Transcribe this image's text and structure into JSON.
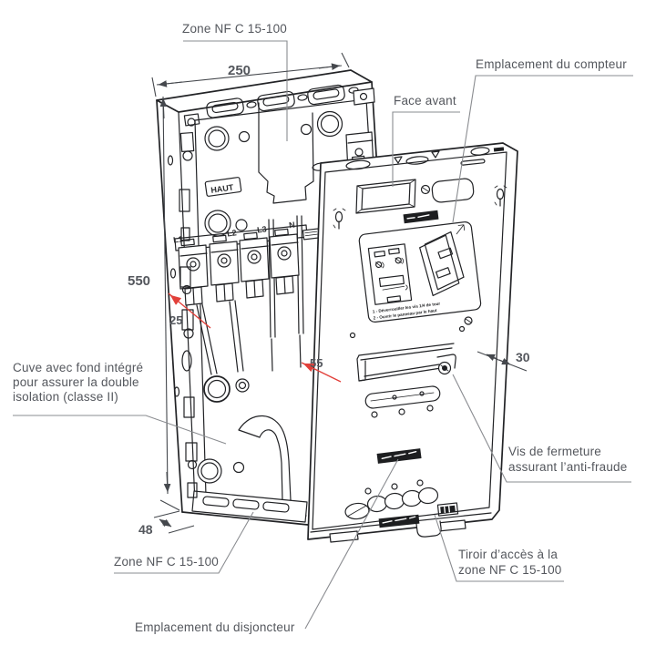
{
  "diagram": {
    "annotations": {
      "zone_top": {
        "text": "Zone NF C 15-100"
      },
      "compteur": {
        "text": "Emplacement du compteur"
      },
      "face_avant": {
        "text": "Face avant"
      },
      "cuve": {
        "line1": "Cuve avec fond intégré",
        "line2": "pour assurer la double",
        "line3": "isolation (classe II)"
      },
      "vis": {
        "line1": "Vis de fermeture",
        "line2": "assurant l’anti-fraude"
      },
      "zone_bottom": {
        "text": "Zone NF C 15-100"
      },
      "disjoncteur": {
        "text": "Emplacement du disjoncteur"
      },
      "tiroir": {
        "line1": "Tiroir d’accès à la",
        "line2": "zone NF C 15-100"
      }
    },
    "dimensions": {
      "width_mm": "250",
      "height_mm": "550",
      "depth_mm": "48",
      "cover_depth_mm": "30",
      "wire_dim_25": "25",
      "wire_dim_55": "55"
    },
    "markings": {
      "haut": "HAUT",
      "terminals": [
        "L1",
        "L2",
        "L3",
        "N"
      ],
      "sticker_step1": "1 - Déverrouiller les vis 1/4 de tour",
      "sticker_step2": "2 - Ouvrir le panneau par le haut"
    },
    "colors": {
      "background": "#ffffff",
      "line": "#222326",
      "text": "#54575d",
      "leader": "#8a8c90",
      "dimension": "#45484d",
      "accent_red": "#e2403a"
    }
  }
}
